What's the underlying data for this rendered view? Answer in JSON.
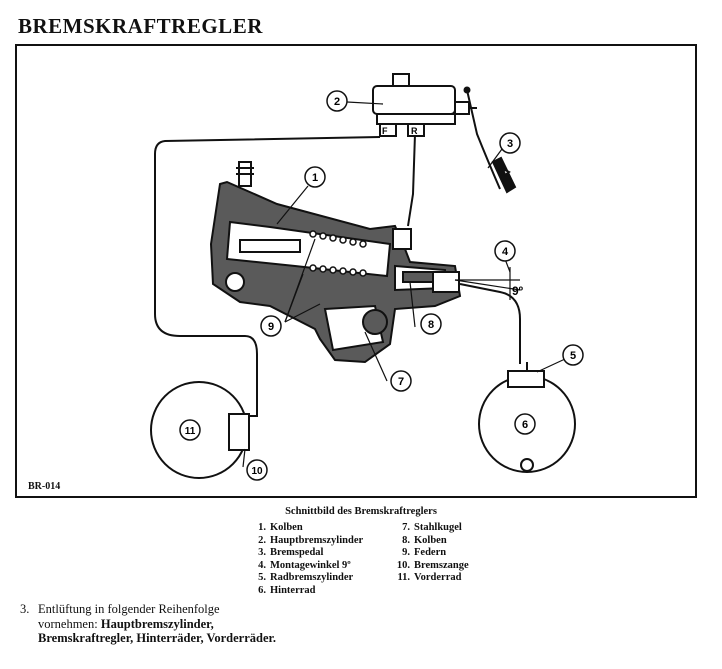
{
  "title": "BREMSKRAFTREGLER",
  "figure_code": "BR-014",
  "caption": "Schnittbild des Bremskraftreglers",
  "callouts": [
    "1",
    "2",
    "3",
    "4",
    "5",
    "6",
    "7",
    "8",
    "9",
    "10",
    "11"
  ],
  "angle_label": "9º",
  "port_labels": {
    "front": "F",
    "rear": "R"
  },
  "legend_left": [
    {
      "num": "1.",
      "text": "Kolben"
    },
    {
      "num": "2.",
      "text": "Hauptbremszylinder"
    },
    {
      "num": "3.",
      "text": "Bremspedal"
    },
    {
      "num": "4.",
      "text": "Montagewinkel 9º"
    },
    {
      "num": "5.",
      "text": "Radbremszylinder"
    },
    {
      "num": "6.",
      "text": "Hinterrad"
    }
  ],
  "legend_right": [
    {
      "num": "7.",
      "text": "Stahlkugel"
    },
    {
      "num": "8.",
      "text": "Kolben"
    },
    {
      "num": "9.",
      "text": "Federn"
    },
    {
      "num": "10.",
      "text": "Bremszange"
    },
    {
      "num": "11.",
      "text": "Vorderrad"
    }
  ],
  "step": {
    "number": "3.",
    "text_plain": "Entlüftung in folgender Reihenfolge vornehmen:",
    "text_bold": "Hauptbremszylinder, Bremskraftregler, Hinterräder, Vorderräder."
  }
}
